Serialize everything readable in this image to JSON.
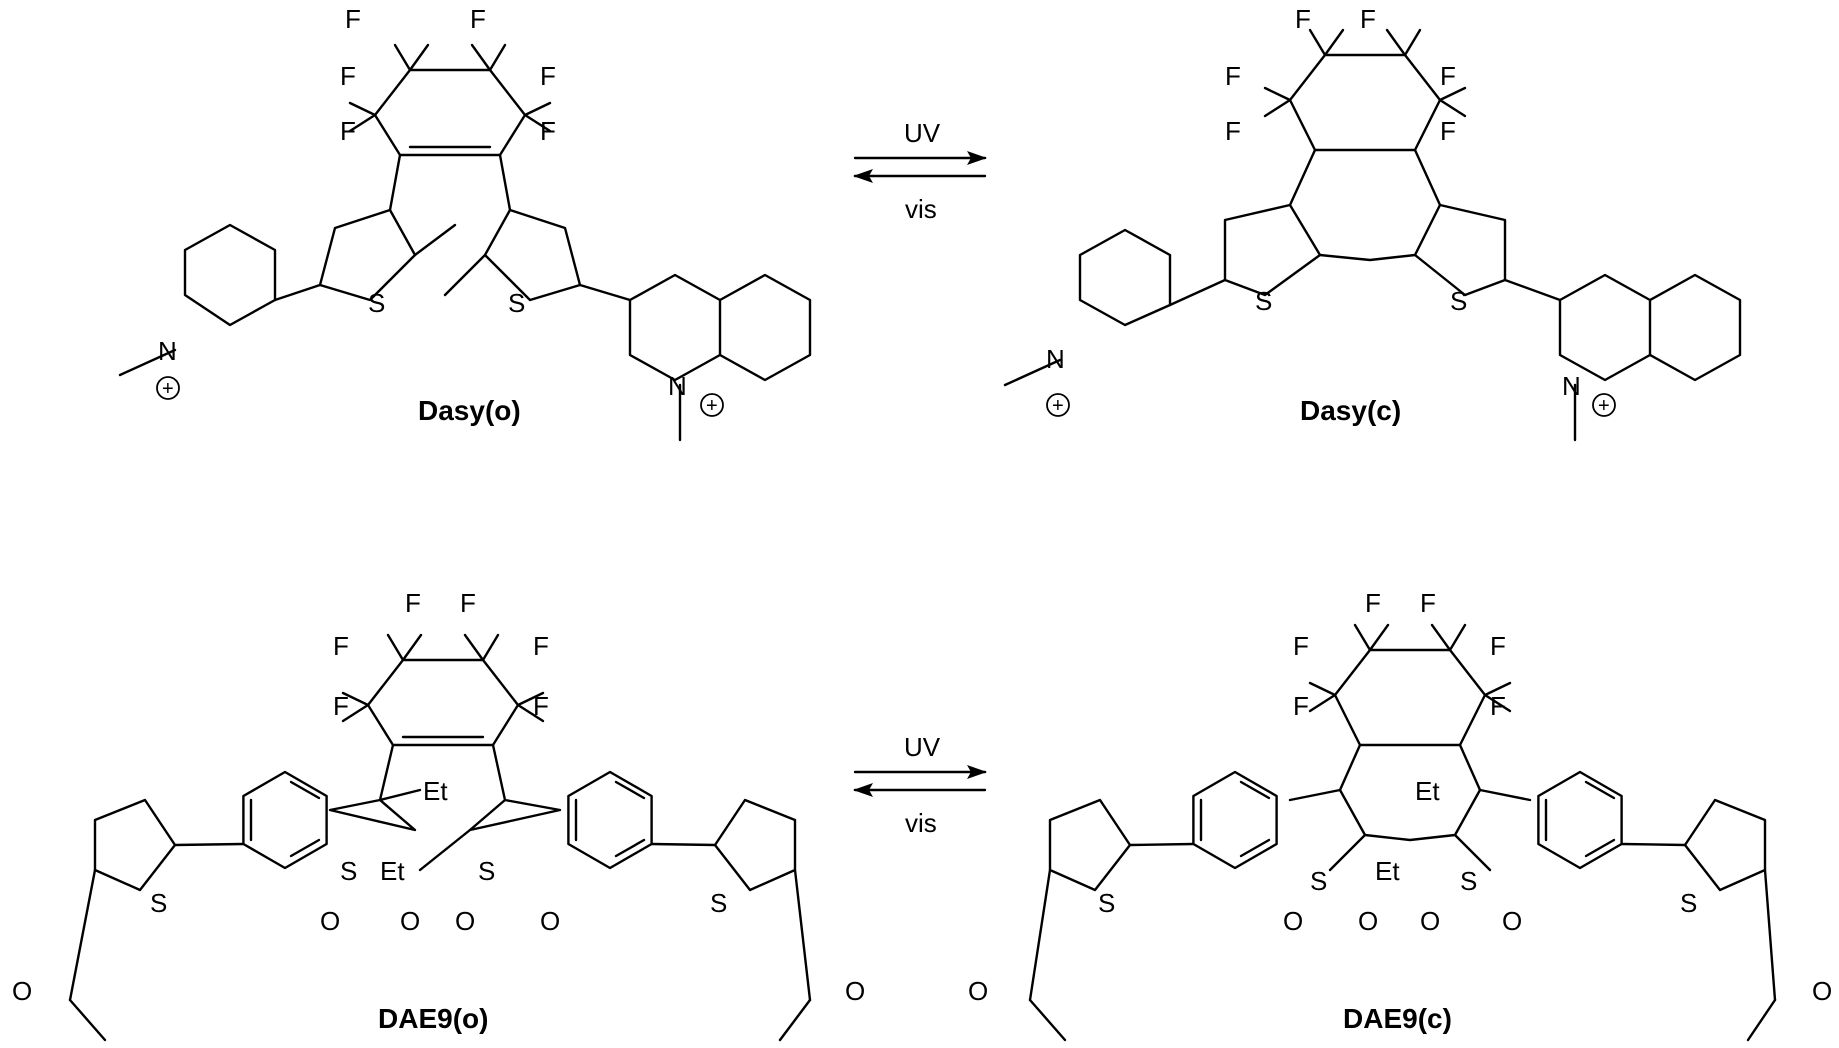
{
  "scheme": {
    "top": {
      "open_label": "Dasy(o)",
      "closed_label": "Dasy(c)",
      "forward": "UV",
      "reverse": "vis"
    },
    "bottom": {
      "open_label": "DAE9(o)",
      "closed_label": "DAE9(c)",
      "forward": "UV",
      "reverse": "vis"
    }
  },
  "atoms": {
    "F": "F",
    "S": "S",
    "N": "N",
    "O": "O",
    "Et": "Et",
    "plus": "+"
  }
}
